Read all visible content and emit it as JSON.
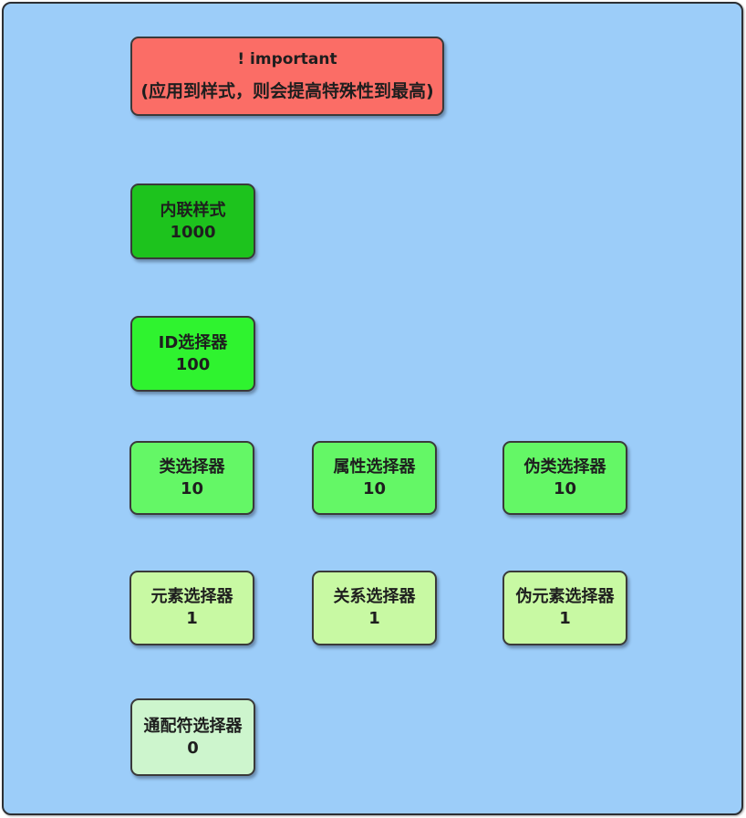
{
  "canvas": {
    "background": "#9ccdf9",
    "frame_border": "#2c2f33",
    "outer_background": "#ffffff",
    "node_border": "#3a3a3a",
    "text_color": "#1e1e1e"
  },
  "nodes": {
    "important": {
      "line1": "! important",
      "line2": "(应用到样式，则会提高特殊性到最高)",
      "fill": "#fb6d66"
    },
    "inline_style": {
      "label": "内联样式",
      "value": "1000",
      "fill": "#1dc31d"
    },
    "id_selector": {
      "label": "ID选择器",
      "value": "100",
      "fill": "#2ff32f"
    },
    "class_selector": {
      "label": "类选择器",
      "value": "10",
      "fill": "#64f766"
    },
    "attribute_selector": {
      "label": "属性选择器",
      "value": "10",
      "fill": "#64f766"
    },
    "pseudo_class_selector": {
      "label": "伪类选择器",
      "value": "10",
      "fill": "#64f766"
    },
    "element_selector": {
      "label": "元素选择器",
      "value": "1",
      "fill": "#c8f9a3"
    },
    "relational_selector": {
      "label": "关系选择器",
      "value": "1",
      "fill": "#c8f9a3"
    },
    "pseudo_element_selector": {
      "label": "伪元素选择器",
      "value": "1",
      "fill": "#c8f9a3"
    },
    "universal_selector": {
      "label": "通配符选择器",
      "value": "0",
      "fill": "#cdf5cd"
    }
  }
}
